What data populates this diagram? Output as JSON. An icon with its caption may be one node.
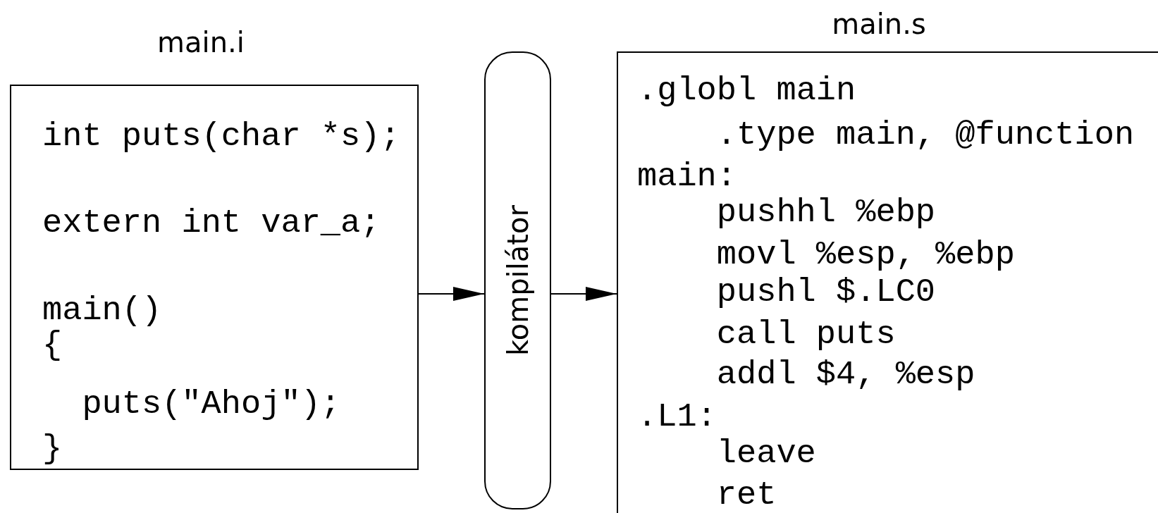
{
  "diagram": {
    "nodes": [
      {
        "text": [
          "main.i",
          "int puts(char *s);",
          "extern int var_a;",
          "main()",
          "{",
          "puts(\"Ahoj\");",
          "}"
        ]
      },
      {
        "text": [
          "kompilátor"
        ]
      },
      {
        "text": [
          "main.s",
          ".globl main",
          ".type main, @function",
          "main:",
          "pushhl %ebp",
          "movl %esp, %ebp",
          "pushl $.LC0",
          "call puts",
          "addl $4, %esp",
          ".L1:",
          "leave",
          "ret"
        ]
      }
    ],
    "edges": [
      {
        "from": 0,
        "to": 1,
        "arrow": "to"
      },
      {
        "from": 1,
        "to": 2,
        "arrow": "to"
      }
    ]
  }
}
